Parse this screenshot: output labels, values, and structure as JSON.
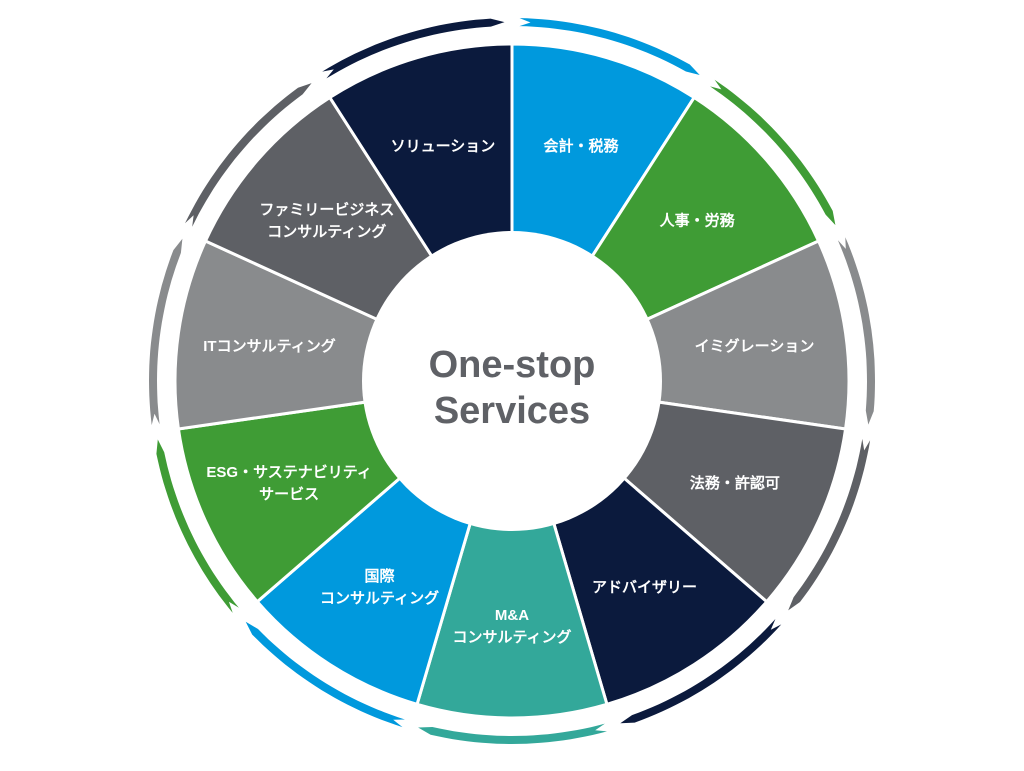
{
  "center": {
    "line1": "One-stop",
    "line2": "Services"
  },
  "colors": {
    "blue": "#0099dd",
    "green": "#3f9c35",
    "light_gray": "#898b8d",
    "dark_gray": "#5e6065",
    "navy": "#0b1a3d",
    "teal": "#33a89a",
    "center_text": "#5f6166"
  },
  "segments": [
    {
      "lines": [
        "会計・税務"
      ],
      "color": "#0099dd"
    },
    {
      "lines": [
        "人事・労務"
      ],
      "color": "#3f9c35"
    },
    {
      "lines": [
        "イミグレーション"
      ],
      "color": "#898b8d"
    },
    {
      "lines": [
        "法務・許認可"
      ],
      "color": "#5e6065"
    },
    {
      "lines": [
        "アドバイザリー"
      ],
      "color": "#0b1a3d"
    },
    {
      "lines": [
        "M&A",
        "コンサルティング"
      ],
      "color": "#33a89a"
    },
    {
      "lines": [
        "国際",
        "コンサルティング"
      ],
      "color": "#0099dd"
    },
    {
      "lines": [
        "ESG・サステナビリティ",
        "サービス"
      ],
      "color": "#3f9c35"
    },
    {
      "lines": [
        "ITコンサルティング"
      ],
      "color": "#898b8d"
    },
    {
      "lines": [
        "ファミリービジネス",
        "コンサルティング"
      ],
      "color": "#5e6065"
    },
    {
      "lines": [
        "ソリューション"
      ],
      "color": "#0b1a3d"
    }
  ]
}
